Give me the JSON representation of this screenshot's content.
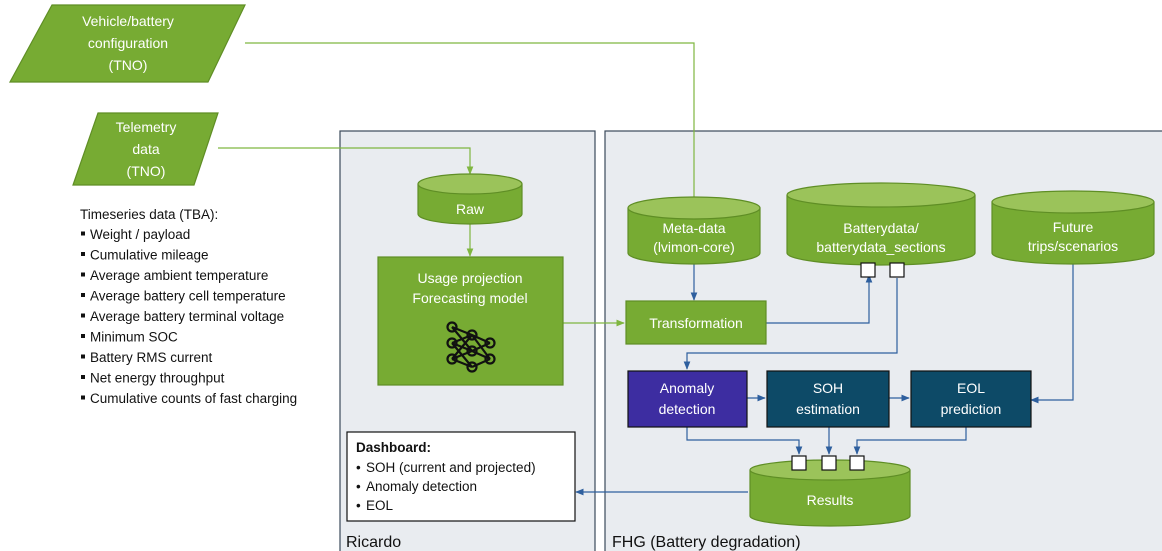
{
  "inputs": {
    "vehicle": [
      "Vehicle/battery",
      "configuration",
      "(TNO)"
    ],
    "telemetry": [
      "Telemetry",
      "data",
      "(TNO)"
    ]
  },
  "timeseries": {
    "title": "Timeseries data (TBA):",
    "items": [
      "Weight / payload",
      "Cumulative mileage",
      "Average ambient temperature",
      "Average battery cell temperature",
      "Average battery terminal voltage",
      "Minimum SOC",
      "Battery RMS current",
      "Net energy throughput",
      "Cumulative counts of fast charging"
    ]
  },
  "ricardo": {
    "label": "Ricardo",
    "raw": "Raw",
    "usage": [
      "Usage projection",
      "Forecasting model"
    ]
  },
  "fhg": {
    "label": "FHG (Battery degradation)",
    "metadata": [
      "Meta-data",
      "(lvimon-core)"
    ],
    "batterydata": [
      "Batterydata/",
      "batterydata_sections"
    ],
    "future": [
      "Future",
      "trips/scenarios"
    ],
    "transformation": "Transformation",
    "anomaly": [
      "Anomaly",
      "detection"
    ],
    "soh": [
      "SOH",
      "estimation"
    ],
    "eol": [
      "EOL",
      "prediction"
    ],
    "results": "Results"
  },
  "dashboard": {
    "title": "Dashboard:",
    "items": [
      "SOH (current and projected)",
      "Anomaly  detection",
      "EOL"
    ]
  },
  "colors": {
    "green_fill": "#77ab33",
    "green_stroke": "#5f8e25",
    "green_light": "#9bc35a",
    "region_fill": "#e9ecf0",
    "region_stroke": "#3b4a5a",
    "anomaly_fill": "#3d2da1",
    "teal_fill": "#0d4a67",
    "green_arrow": "#7fb640",
    "blue_arrow": "#2e5f9e"
  }
}
